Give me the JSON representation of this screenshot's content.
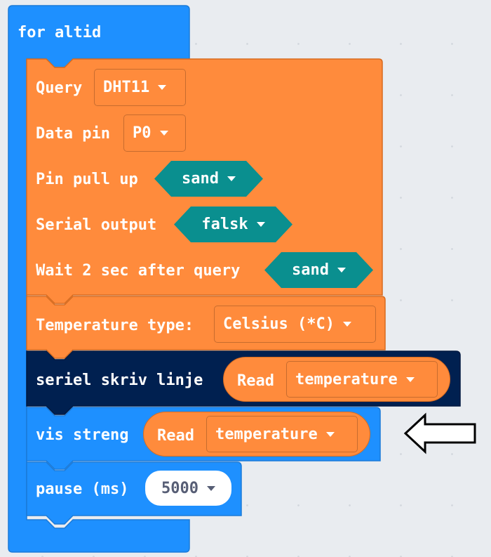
{
  "colors": {
    "loops": "#1e90ff",
    "extension": "#ff8b3c",
    "serial": "#002050",
    "logic": "#0a8f8f"
  },
  "forever_block": {
    "label": "for altid"
  },
  "dht_block": {
    "query_label": "Query",
    "sensor_value": "DHT11",
    "data_pin_label": "Data pin",
    "data_pin_value": "P0",
    "pull_up_label": "Pin pull up",
    "pull_up_value": "sand",
    "serial_output_label": "Serial output",
    "serial_output_value": "falsk",
    "wait_label": "Wait 2 sec after query",
    "wait_value": "sand"
  },
  "temp_type_block": {
    "label": "Temperature type:",
    "value": "Celsius (*C)"
  },
  "serial_block": {
    "label": "seriel skriv linje",
    "read_label": "Read",
    "read_value": "temperature"
  },
  "show_string_block": {
    "label": "vis streng",
    "read_label": "Read",
    "read_value": "temperature"
  },
  "pause_block": {
    "label": "pause (ms)",
    "value": "5000"
  },
  "annotation": {
    "icon": "arrow-left-icon"
  }
}
